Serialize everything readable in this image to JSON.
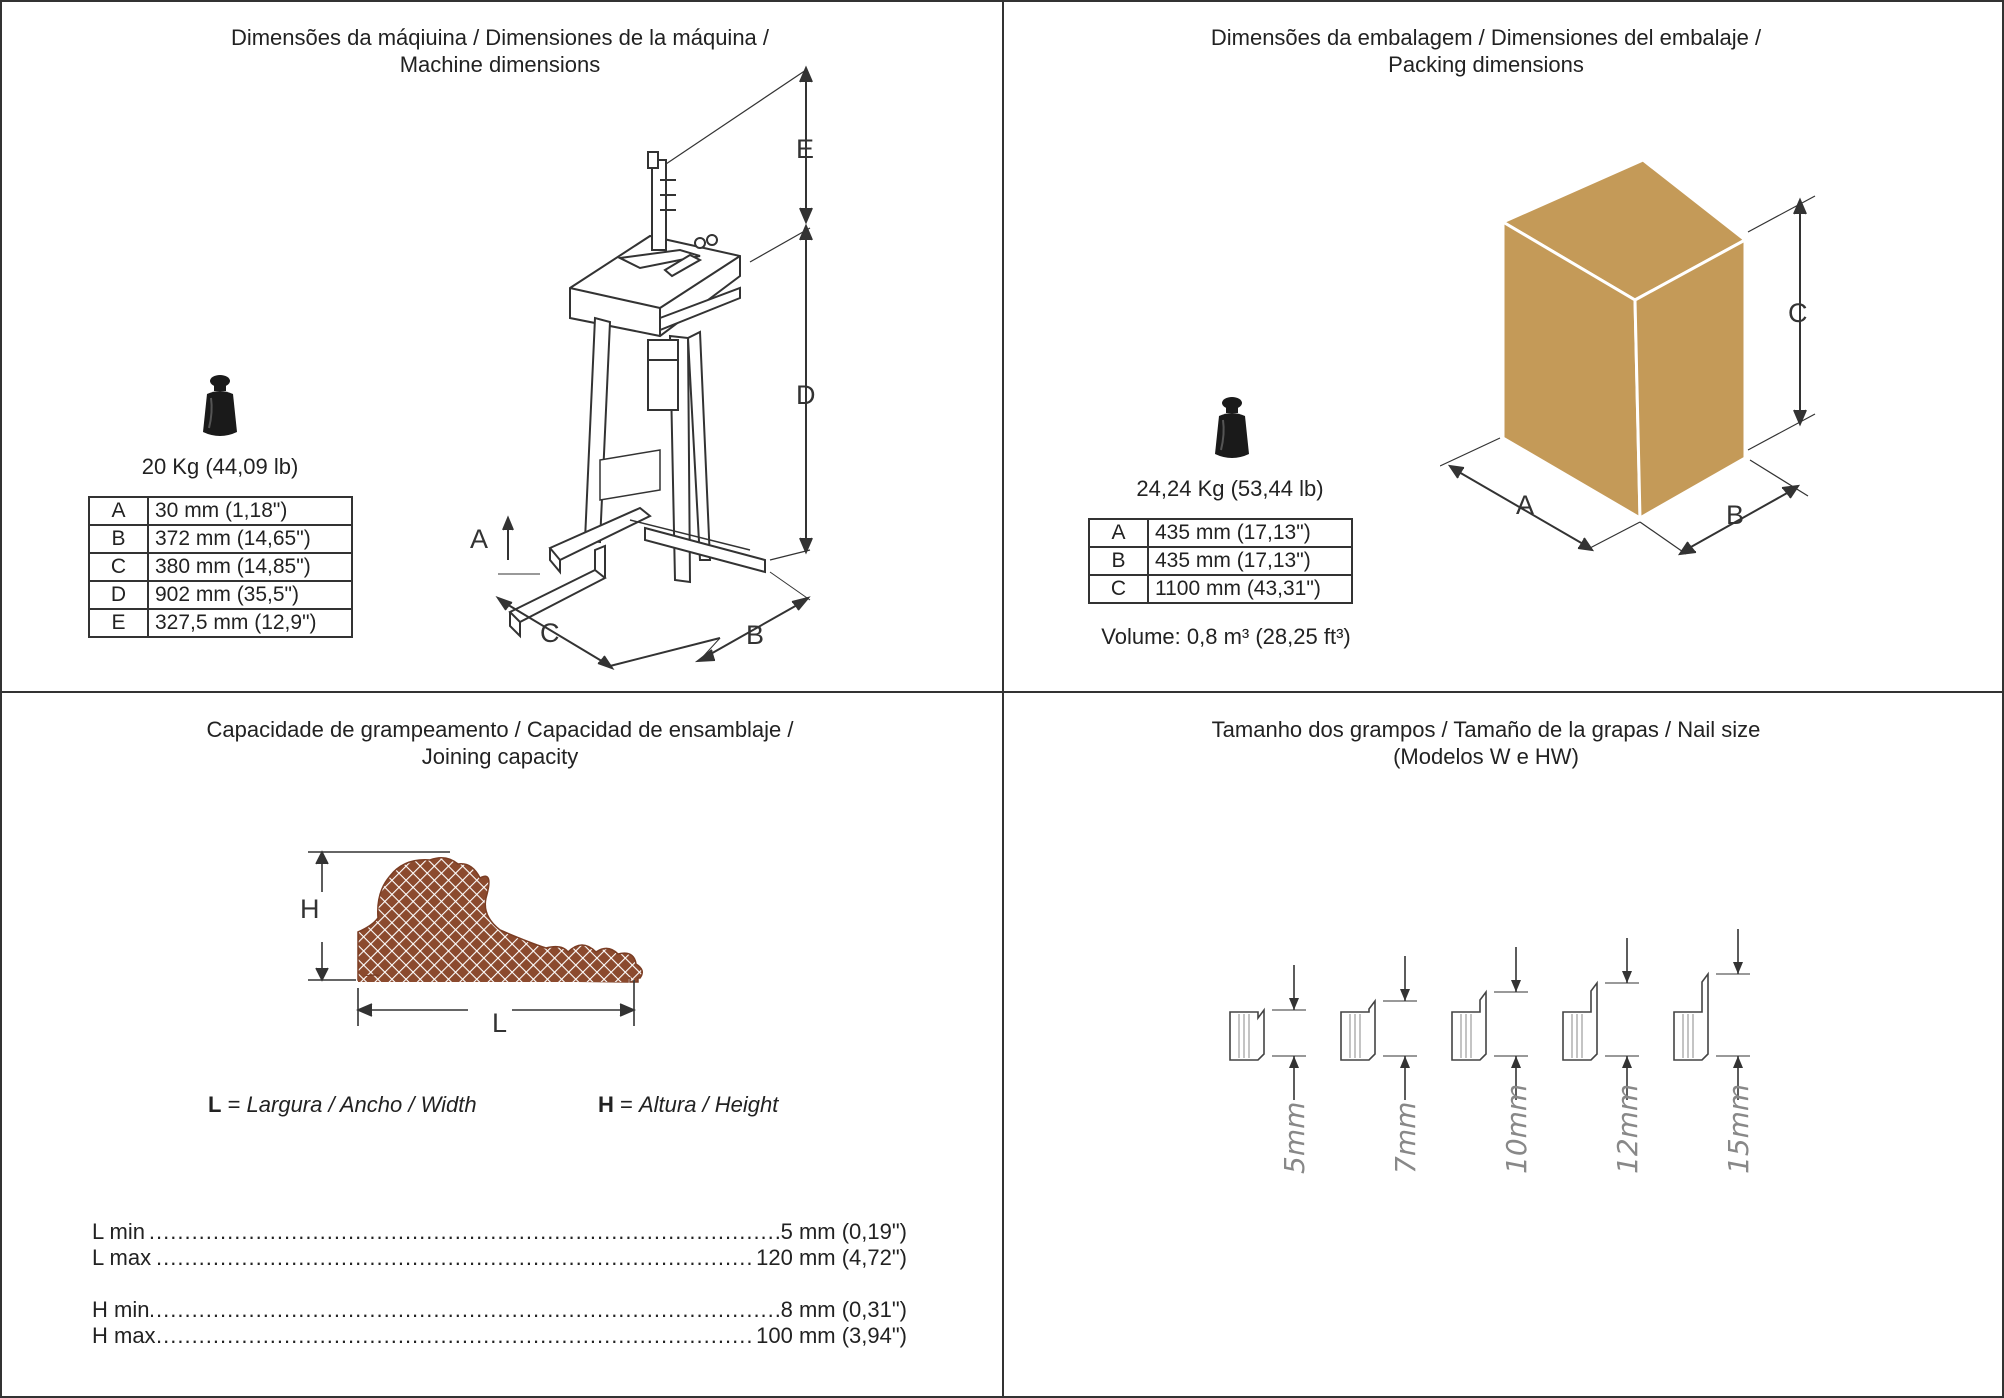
{
  "panels": {
    "machine": {
      "title_line1": "Dimensões da máqiuina / Dimensiones de la máquina /",
      "title_line2": "Machine dimensions",
      "weight": "20 Kg (44,09 lb)",
      "dims": [
        {
          "key": "A",
          "value": "30 mm (1,18\")"
        },
        {
          "key": "B",
          "value": "372 mm (14,65\")"
        },
        {
          "key": "C",
          "value": "380 mm (14,85\")"
        },
        {
          "key": "D",
          "value": "902 mm (35,5\")"
        },
        {
          "key": "E",
          "value": "327,5 mm (12,9\")"
        }
      ],
      "drawing_labels": {
        "a": "A",
        "b": "B",
        "c": "C",
        "d": "D",
        "e": "E"
      }
    },
    "packing": {
      "title_line1": "Dimensões da embalagem / Dimensiones del embalaje /",
      "title_line2": "Packing dimensions",
      "weight": "24,24 Kg (53,44 lb)",
      "dims": [
        {
          "key": "A",
          "value": "435 mm (17,13\")"
        },
        {
          "key": "B",
          "value": "435 mm (17,13\")"
        },
        {
          "key": "C",
          "value": "1100 mm (43,31\")"
        }
      ],
      "volume": "Volume: 0,8 m³ (28,25 ft³)",
      "box_color": "#C49A58",
      "drawing_labels": {
        "a": "A",
        "b": "B",
        "c": "C"
      }
    },
    "joining": {
      "title_line1": "Capacidade de grampeamento / Capacidad de ensamblaje /",
      "title_line2": "Joining capacity",
      "profile_color": "#8B4A2E",
      "h_label": "H",
      "l_label": "L",
      "legend_l_key": "L",
      "legend_l_eq": " = ",
      "legend_l_text": "Largura / Ancho / Width",
      "legend_h_key": "H",
      "legend_h_eq": " = ",
      "legend_h_text": "Altura / Height",
      "specs": [
        {
          "label": "L min",
          "value": "5 mm (0,19\")"
        },
        {
          "label": "L max",
          "value": "120 mm (4,72\")"
        },
        {
          "label": "H min",
          "value": "8 mm (0,31\")"
        },
        {
          "label": "H max",
          "value": "100 mm (3,94\")"
        }
      ]
    },
    "nails": {
      "title_line1": "Tamanho dos grampos / Tamaño de la grapas / Nail size",
      "title_line2": "(Modelos W e HW)",
      "sizes": [
        "5mm",
        "7mm",
        "10mm",
        "12mm",
        "15mm"
      ]
    }
  },
  "icons": [
    "weight-icon",
    "weight-icon"
  ]
}
